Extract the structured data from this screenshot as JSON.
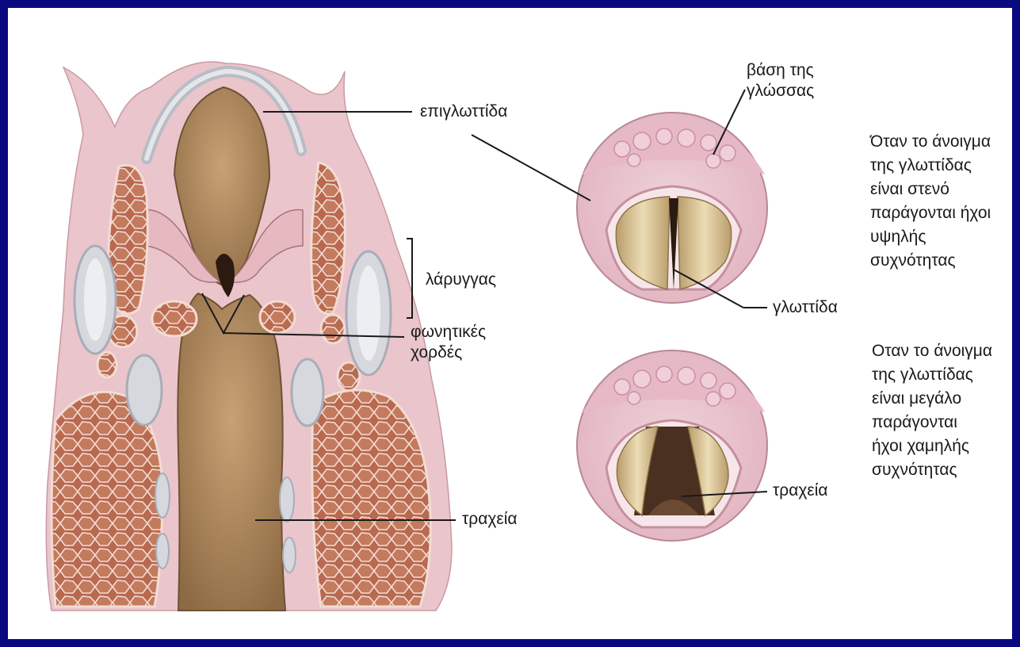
{
  "labels": {
    "epiglottis": "επιγλωττίδα",
    "larynx": "λάρυγγας",
    "vocal_cords": "φωνητικές\nχορδές",
    "trachea_left": "τραχεία",
    "tongue_base": "βάση της\nγλώσσας",
    "glottis": "γλωττίδα",
    "trachea_right": "τραχεία"
  },
  "notes": {
    "narrow": "Όταν το άνοιγμα\nτης γλωττίδας\nείναι στενό\nπαράγονται ήχοι\nυψηλής\nσυχνότητας",
    "wide": "Οταν το άνοιγμα\nτης γλωττίδας\nείναι μεγάλο\nπαράγονται\nήχοι χαμηλής\nσυχνότητας"
  },
  "colors": {
    "border": "#0a0a80",
    "tissue_pink": "#e9c3c8",
    "muscle": "#b8694f",
    "cartilage": "#cfd2d8",
    "airway": "#b08a5c",
    "cords": "#d8c49a"
  }
}
